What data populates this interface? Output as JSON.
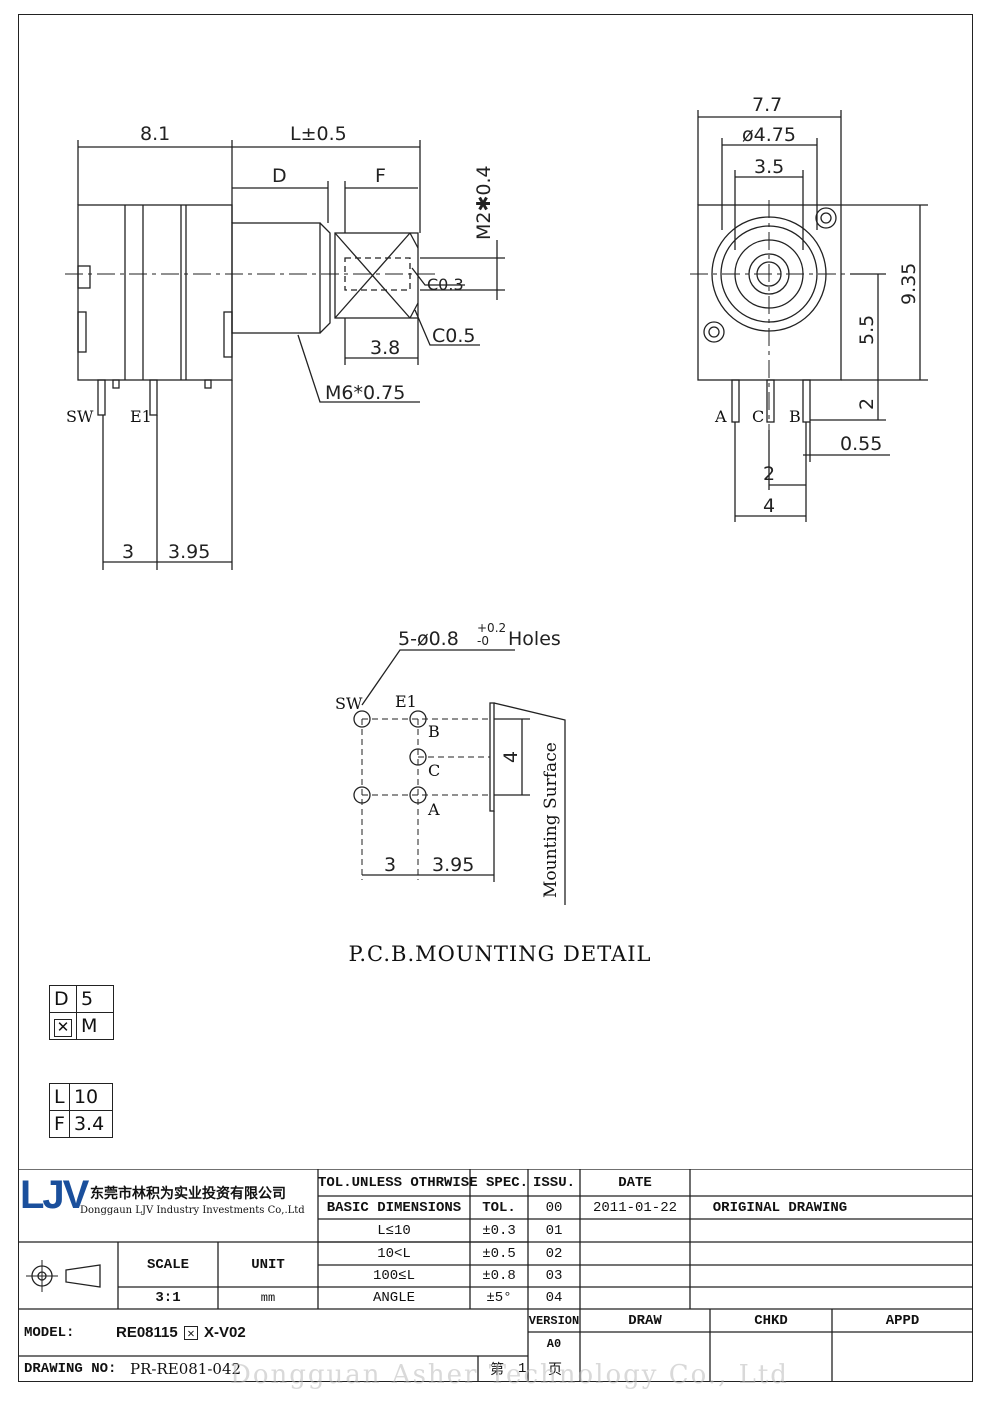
{
  "side_view": {
    "dims": {
      "left_width": "8.1",
      "length": "L±0.5",
      "d": "D",
      "f": "F",
      "thread_tip": "M2✱0.4",
      "chamfer_small": "C0.3",
      "chamfer_large": "C0.5",
      "flat": "3.8",
      "thread": "M6*0.75",
      "pitch_a": "3",
      "pitch_b": "3.95"
    },
    "pins": {
      "sw": "SW",
      "e1": "E1"
    }
  },
  "front_view": {
    "dims": {
      "width": "7.7",
      "bore": "ø4.75",
      "inner": "3.5",
      "height": "9.35",
      "center_height": "5.5",
      "standoff": "2",
      "pin_w": "0.55",
      "pin_pitch": "2",
      "pin_span": "4"
    },
    "pins": {
      "a": "A",
      "c": "C",
      "b": "B"
    }
  },
  "pcb": {
    "holes_label": "5-ø0.8",
    "tol_plus": "+0.2",
    "tol_minus": "-0",
    "holes_suffix": "Holes",
    "pins": {
      "sw": "SW",
      "e1": "E1",
      "b": "B",
      "c": "C",
      "a": "A"
    },
    "dims": {
      "span": "4",
      "pitch_a": "3",
      "pitch_b": "3.95"
    },
    "surface": "Mounting Surface",
    "title": "P.C.B.MOUNTING DETAIL"
  },
  "option_table_1": {
    "r1c1": "D",
    "r1c2": "5",
    "r2c2": "M"
  },
  "option_table_2": {
    "r1c1": "L",
    "r1c2": "10",
    "r2c1": "F",
    "r2c2": "3.4"
  },
  "title_block": {
    "logo": "LJV",
    "company_cn": "东莞市林积为实业投资有限公司",
    "company_en": "Donggaun LJV Industry Investments Co,.Ltd",
    "tol_header": "TOL.UNLESS OTHRWISE SPEC.",
    "issu": "ISSU.",
    "date_h": "DATE",
    "basic": "BASIC DIMENSIONS",
    "tol": "TOL.",
    "rows": [
      {
        "dim": "L≤10",
        "tol": "±0.3",
        "issu": "00",
        "date": "2011-01-22",
        "note": "ORIGINAL   DRAWING"
      },
      {
        "dim": "10<L",
        "tol": "±0.5",
        "issu": "01",
        "date": "",
        "note": ""
      },
      {
        "dim": "100≤L",
        "tol": "±0.8",
        "issu": "02",
        "date": "",
        "note": ""
      },
      {
        "dim": "ANGLE",
        "tol": "±5°",
        "issu": "03",
        "date": "",
        "note": ""
      }
    ],
    "issu_extra": "04",
    "scale_h": "SCALE",
    "unit_h": "UNIT",
    "scale": "3:1",
    "unit": "mm",
    "model_h": "MODEL:",
    "model_a": "RE08115",
    "model_b": "X-V02",
    "version_h": "VERSION",
    "version": "A0",
    "draw": "DRAW",
    "chkd": "CHKD",
    "appd": "APPD",
    "drawing_no_h": "DRAWING NO:",
    "drawing_no": "PR-RE081-042",
    "page_a": "第",
    "page_n": "1",
    "page_b": "页"
  },
  "watermark": "Dongguan Asher Technology Co., Ltd"
}
